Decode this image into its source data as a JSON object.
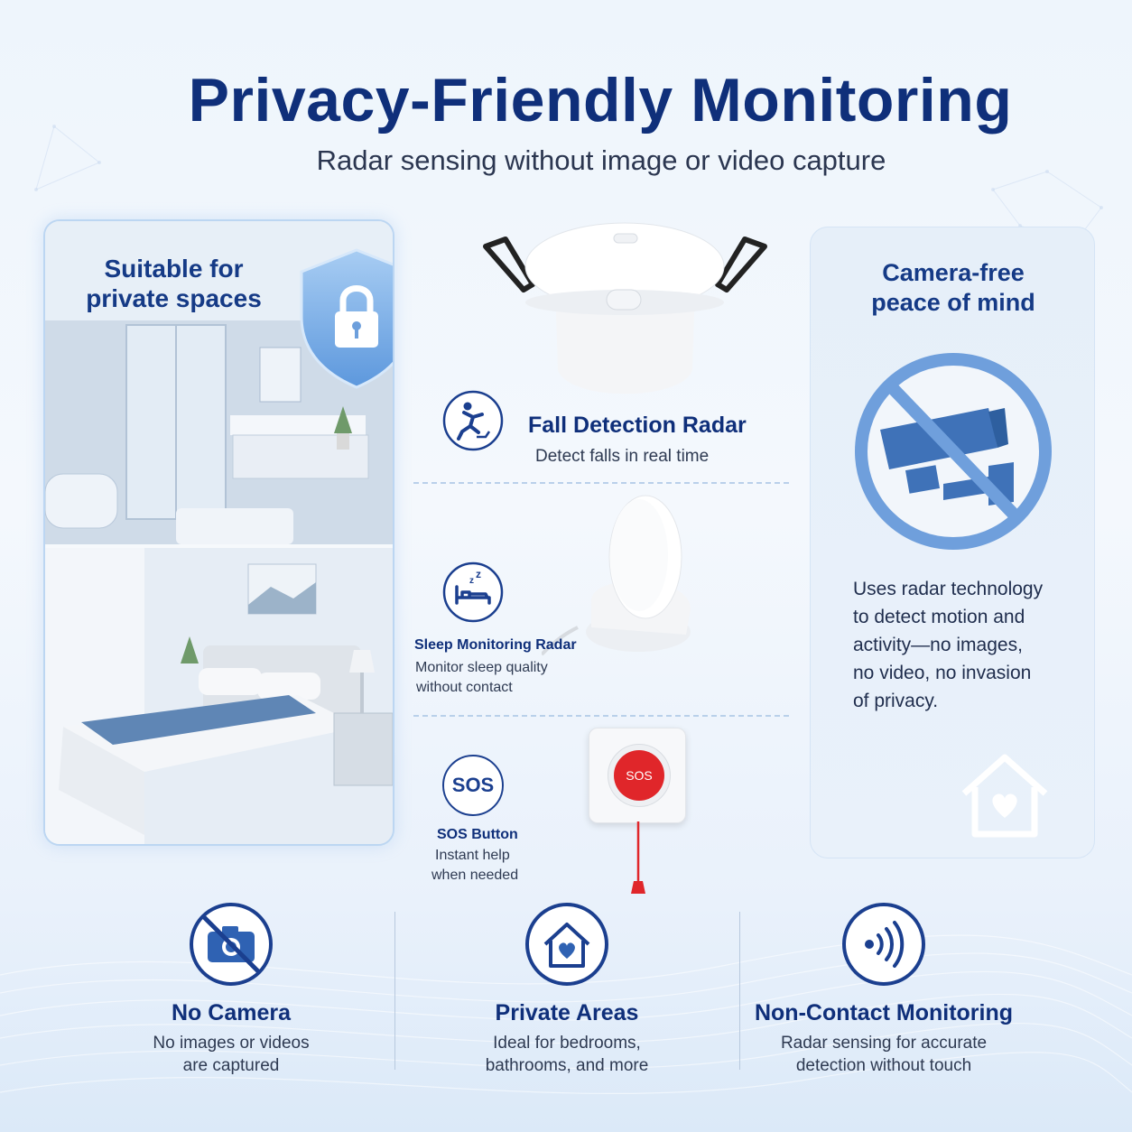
{
  "header": {
    "title": "Privacy-Friendly Monitoring",
    "subtitle": "Radar sensing without image or video capture"
  },
  "left_panel": {
    "title_line1": "Suitable for",
    "title_line2": "private spaces",
    "icon": "shield-lock-icon"
  },
  "products": [
    {
      "icon": "fall-person-icon",
      "title": "Fall Detection Radar",
      "desc_line1": "Detect falls in real time",
      "desc_line2": ""
    },
    {
      "icon": "sleep-bed-icon",
      "title": "Sleep Monitoring Radar",
      "desc_line1": "Monitor sleep quality",
      "desc_line2": "without contact"
    },
    {
      "icon": "sos-icon",
      "icon_text": "SOS",
      "title": "SOS Button",
      "desc_line1": "Instant help",
      "desc_line2": "when needed",
      "button_label": "SOS"
    }
  ],
  "right_panel": {
    "title_line1": "Camera-free",
    "title_line2": "peace of mind",
    "text_lines": [
      "Uses radar technology",
      "to detect motion and",
      "activity—no images,",
      "no video, no invasion",
      "of privacy."
    ],
    "icon": "no-camera-icon"
  },
  "features": [
    {
      "icon": "no-camera-icon",
      "title": "No Camera",
      "line1": "No images or videos",
      "line2": "are captured"
    },
    {
      "icon": "house-heart-icon",
      "title": "Private Areas",
      "line1": "Ideal for bedrooms,",
      "line2": "bathrooms, and more"
    },
    {
      "icon": "radar-waves-icon",
      "title": "Non-Contact Monitoring",
      "line1": "Radar sensing for accurate",
      "line2": "detection without touch"
    }
  ],
  "colors": {
    "primary": "#0f2f7a",
    "accent": "#4f86cf",
    "sos_red": "#e0262a",
    "background": "#eef5fc"
  }
}
